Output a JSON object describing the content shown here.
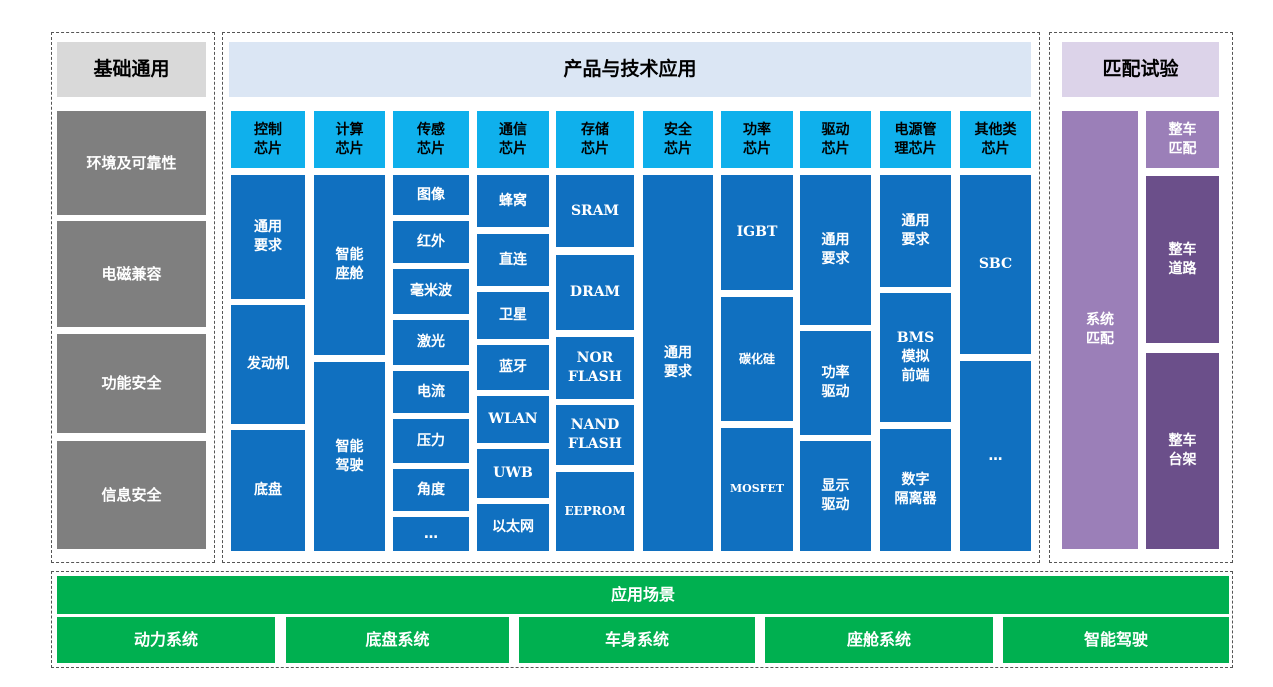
{
  "left": {
    "header": "基础通用",
    "items": [
      "环境及可靠性",
      "电磁兼容",
      "功能安全",
      "信息安全"
    ]
  },
  "middle": {
    "header": "产品与技术应用",
    "columns": [
      {
        "title": "控制\n芯片",
        "items": [
          "通用\n要求",
          "发动机",
          "底盘"
        ]
      },
      {
        "title": "计算\n芯片",
        "items": [
          "智能\n座舱",
          "智能\n驾驶"
        ]
      },
      {
        "title": "传感\n芯片",
        "items": [
          "图像",
          "红外",
          "毫米波",
          "激光",
          "电流",
          "压力",
          "角度",
          "…"
        ]
      },
      {
        "title": "通信\n芯片",
        "items": [
          "蜂窝",
          "直连",
          "卫星",
          "蓝牙",
          "WLAN",
          "UWB",
          "以太网"
        ]
      },
      {
        "title": "存储\n芯片",
        "items": [
          "SRAM",
          "DRAM",
          "NOR\nFLASH",
          "NAND\nFLASH",
          "EEPROM"
        ]
      },
      {
        "title": "安全\n芯片",
        "items": [
          "通用\n要求"
        ]
      },
      {
        "title": "功率\n芯片",
        "items": [
          "IGBT",
          "碳化硅",
          "MOSFET"
        ]
      },
      {
        "title": "驱动\n芯片",
        "items": [
          "通用\n要求",
          "功率\n驱动",
          "显示\n驱动"
        ]
      },
      {
        "title": "电源管\n理芯片",
        "items": [
          "通用\n要求",
          "BMS\n模拟\n前端",
          "数字\n隔离器"
        ]
      },
      {
        "title": "其他类\n芯片",
        "items": [
          "SBC",
          "…"
        ]
      }
    ]
  },
  "right": {
    "header": "匹配试验",
    "system": "系统\n匹配",
    "vehicle": [
      "整车\n匹配",
      "整车\n道路",
      "整车\n台架"
    ]
  },
  "bottom": {
    "header": "应用场景",
    "items": [
      "动力系统",
      "底盘系统",
      "车身系统",
      "座舱系统",
      "智能驾驶"
    ]
  }
}
